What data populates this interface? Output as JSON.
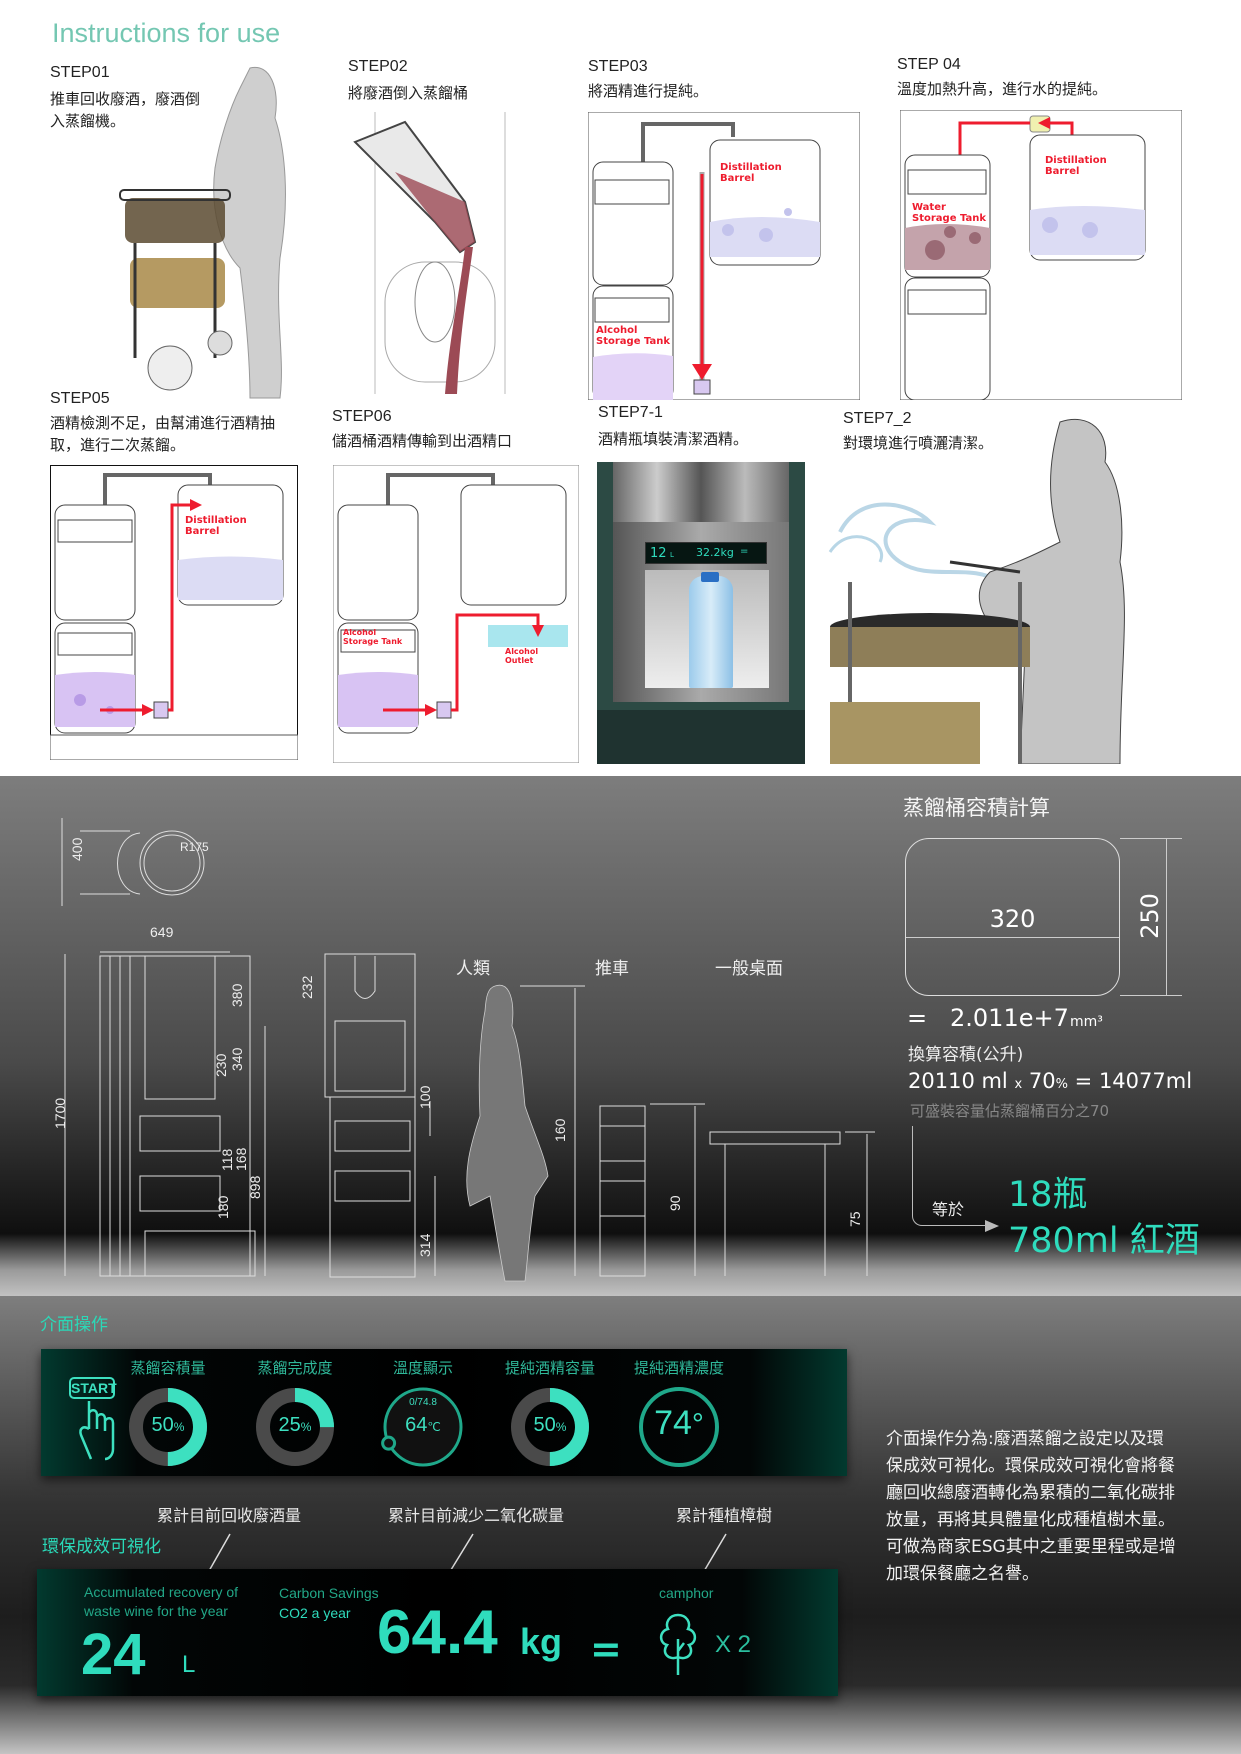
{
  "title": "Instructions for use",
  "steps": [
    {
      "label": "STEP01",
      "desc": "推車回收廢酒，廢酒倒入蒸餾機。"
    },
    {
      "label": "STEP02",
      "desc": "將廢酒倒入蒸餾桶"
    },
    {
      "label": "STEP03",
      "desc": "將酒精進行提純。",
      "tags": [
        "Distillation Barrel",
        "Alcohol Storage Tank"
      ]
    },
    {
      "label": "STEP 04",
      "desc": "溫度加熱升高，進行水的提純。",
      "tags": [
        "Water Storage Tank",
        "Distillation Barrel"
      ]
    },
    {
      "label": "STEP05",
      "desc": "酒精檢測不足，由幫浦進行酒精抽取，進行二次蒸餾。",
      "tags": [
        "Distillation Barrel"
      ]
    },
    {
      "label": "STEP06",
      "desc": "儲酒桶酒精傳輸到出酒精口",
      "tags": [
        "Alcohol Storage Tank",
        "Alcohol Outlet"
      ]
    },
    {
      "label": "STEP7-1",
      "desc": "酒精瓶填裝清潔酒精。",
      "display": {
        "volume": "12",
        "unit": "L",
        "weight": "32.2kg",
        "eq": "="
      }
    },
    {
      "label": "STEP7_2",
      "desc": "對環境進行噴灑清潔。"
    }
  ],
  "dimensions": {
    "top_view": {
      "depth": "400",
      "radius": "R175"
    },
    "side_view": {
      "width": "649",
      "height": "1700",
      "d380": "380",
      "d340": "340",
      "d230": "230",
      "d118": "118",
      "d168": "168",
      "d180": "180",
      "d898": "898"
    },
    "front_view": {
      "d232": "232",
      "d100": "100",
      "d314": "314"
    },
    "comparison": {
      "human_label": "人類",
      "human_height": "160",
      "cart_label": "推車",
      "cart_height": "90",
      "table_label": "一般桌面",
      "table_height": "75"
    }
  },
  "capacity": {
    "title": "蒸餾桶容積計算",
    "width": "320",
    "height": "250",
    "volume_eq": "=",
    "volume": "2.011e+7",
    "volume_unit": "mm³",
    "convert_label": "換算容積(公升)",
    "formula": {
      "a": "20110 ml",
      "x": "x",
      "pct": "70",
      "pct_unit": "%",
      "eq": "=",
      "result": "14077ml"
    },
    "note": "可盛裝容量佔蒸餾桶百分之70",
    "equals_label": "等於",
    "bottles": "18瓶",
    "bottle_type": "780ml 紅酒"
  },
  "interface": {
    "section_title": "介面操作",
    "start_label": "START",
    "gauges": [
      {
        "title": "蒸餾容積量",
        "value": "50",
        "unit": "%",
        "fraction": 0.5
      },
      {
        "title": "蒸餾完成度",
        "value": "25",
        "unit": "%",
        "fraction": 0.25
      },
      {
        "title": "溫度顯示",
        "value": "64",
        "unit": "℃",
        "scale": "0/74.8",
        "fraction": 0.86
      },
      {
        "title": "提純酒精容量",
        "value": "50",
        "unit": "%",
        "fraction": 0.5
      },
      {
        "title": "提純酒精濃度",
        "value": "74",
        "unit": "°",
        "fraction": 1
      }
    ]
  },
  "eco": {
    "section_title": "環保成效可視化",
    "callouts": [
      "累計目前回收廢酒量",
      "累計目前減少二氧化碳量",
      "累計種植樟樹"
    ],
    "recovery_label": "Accumulated recovery of waste wine for the year",
    "recovery_value": "24",
    "recovery_unit": "L",
    "carbon_label": "Carbon Savings",
    "carbon_sub": "CO2 a year",
    "carbon_value": "64.4",
    "carbon_unit": "kg",
    "eq": "=",
    "tree_label": "camphor",
    "tree_count": "X 2"
  },
  "description": "介面操作分為:廢酒蒸餾之設定以及環保成效可視化。環保成效可視化會將餐廳回收總廢酒轉化為累積的二氧化碳排放量，再將其具體量化成種植樹木量。可做為商家ESG其中之重要里程或是增加環保餐廳之名譽。",
  "colors": {
    "accent": "#2fdcbd",
    "title": "#74c7b2",
    "arrow": "#ee1c2e"
  }
}
